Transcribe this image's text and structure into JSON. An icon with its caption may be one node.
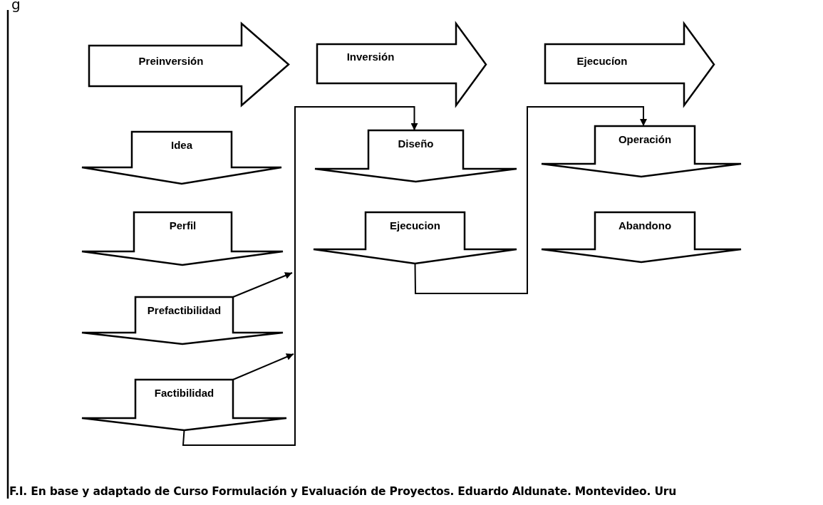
{
  "diagram": {
    "caption": "F.I.  En base y adaptado de Curso Formulación y Evaluación de Proyectos. Eduardo Aldunate. Montevideo. Uru",
    "nodes": [
      {
        "text": [
          "Preinversión"
        ]
      },
      {
        "text": [
          "Inversión"
        ]
      },
      {
        "text": [
          "Ejecucíon"
        ]
      },
      {
        "text": [
          "Idea"
        ]
      },
      {
        "text": [
          "Perfil"
        ]
      },
      {
        "text": [
          "Prefactibilidad"
        ]
      },
      {
        "text": [
          "Factibilidad"
        ]
      },
      {
        "text": [
          "Diseño"
        ]
      },
      {
        "text": [
          "Ejecucion"
        ]
      },
      {
        "text": [
          "Operación"
        ]
      },
      {
        "text": [
          "Abandono"
        ]
      }
    ],
    "edges": [
      {
        "from": 5,
        "to": null,
        "arrow": "to"
      },
      {
        "from": 6,
        "to": null,
        "arrow": "to"
      },
      {
        "from": 6,
        "to": 7,
        "arrow": "to"
      },
      {
        "from": 8,
        "to": 9,
        "arrow": "to"
      }
    ],
    "labels": [
      "g"
    ]
  }
}
